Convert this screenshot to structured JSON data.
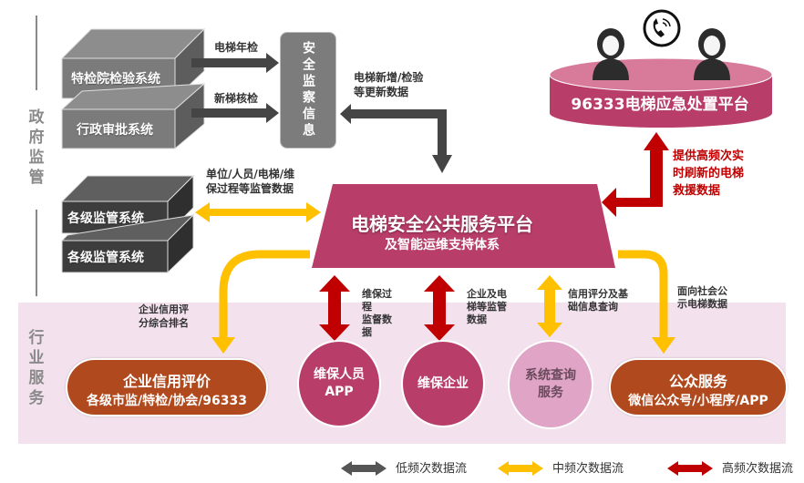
{
  "side_labels": {
    "government": "政府监管",
    "industry": "行业服务"
  },
  "gov_systems": {
    "inspection_system": "特检院检验系统",
    "approval_system": "行政审批系统",
    "supervision_info": "安全监察信息",
    "supervision_system_1": "各级监管系统",
    "supervision_system_2": "各级监管系统"
  },
  "flow_labels": {
    "annual_inspection": "电梯年检",
    "new_elevator_check": "新梯核检",
    "update_data": [
      "电梯新增/检验",
      "等更新数据"
    ],
    "supervision_data": [
      "单位/人员/电梯/维",
      "保过程等监管数据"
    ],
    "realtime_rescue": [
      "提供高频次实",
      "时刷新的电梯",
      "救援数据"
    ],
    "credit_rank": [
      "企业信用评",
      "分综合排名"
    ],
    "maintenance_data": [
      "维保过",
      "程",
      "监督数",
      "据"
    ],
    "enterprise_data": [
      "企业及电",
      "梯等监管",
      "数据"
    ],
    "credit_query": [
      "信用评分及基",
      "础信息查询"
    ],
    "public_data": [
      "面向社会公",
      "示电梯数据"
    ]
  },
  "platform": {
    "title": "电梯安全公共服务平台",
    "subtitle": "及智能运维支持体系"
  },
  "emergency": {
    "label": "96333电梯应急处置平台",
    "icons": [
      "operator-icon",
      "phone-icon",
      "operator-icon"
    ]
  },
  "services": {
    "credit_eval": {
      "title": "企业信用评价",
      "subtitle": "各级市监/特检/协会/96333"
    },
    "maint_staff_app": [
      "维保人员",
      "APP"
    ],
    "maint_company": "维保企业",
    "system_query": [
      "系统查询",
      "服务"
    ],
    "public_service": {
      "title": "公众服务",
      "subtitle": "微信公众号/小程序/APP"
    }
  },
  "legend": [
    {
      "label": "低频次数据流",
      "color": "#555555"
    },
    {
      "label": "中频次数据流",
      "color": "#ffc000"
    },
    {
      "label": "高频次数据流",
      "color": "#c00000"
    }
  ],
  "colors": {
    "low": "#555555",
    "mid": "#ffc000",
    "high": "#c00000",
    "platform": "#b83d68",
    "pill": "#b04a1e",
    "band": "#f3e2ee",
    "query_circle": "#dfa4c6"
  }
}
